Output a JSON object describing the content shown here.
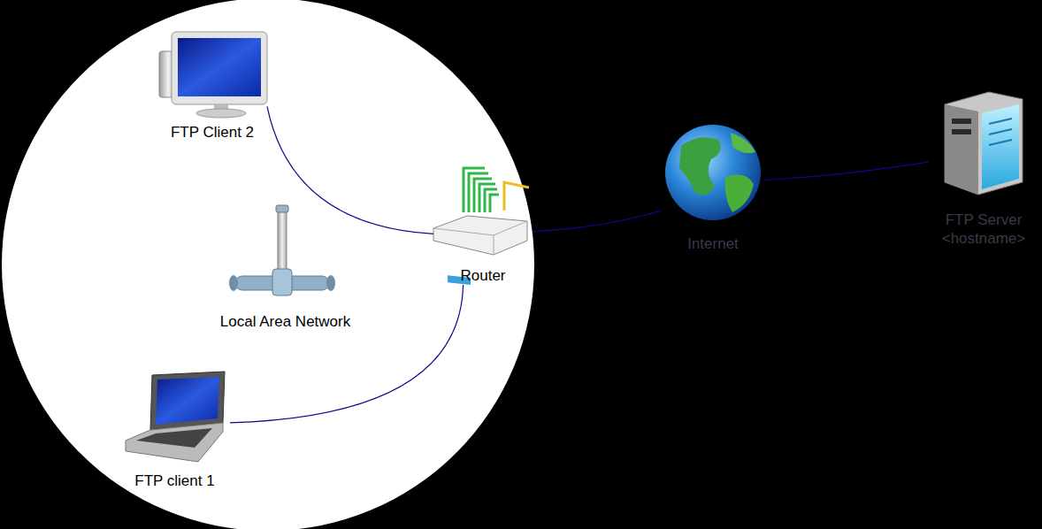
{
  "diagram": {
    "nodes": [
      {
        "text": [
          "FTP Client 2"
        ]
      },
      {
        "text": [
          "Local Area Network"
        ]
      },
      {
        "text": [
          "Router"
        ]
      },
      {
        "text": [
          "FTP client 1"
        ]
      },
      {
        "text": [
          "Internet"
        ]
      },
      {
        "text": [
          "FTP Server",
          "<hostname>"
        ]
      }
    ],
    "edges": [
      {
        "from": 0,
        "to": 2,
        "arrow": "none"
      },
      {
        "from": 3,
        "to": 2,
        "arrow": "none"
      },
      {
        "from": 2,
        "to": 4,
        "arrow": "none"
      },
      {
        "from": 4,
        "to": 5,
        "arrow": "none"
      }
    ]
  }
}
